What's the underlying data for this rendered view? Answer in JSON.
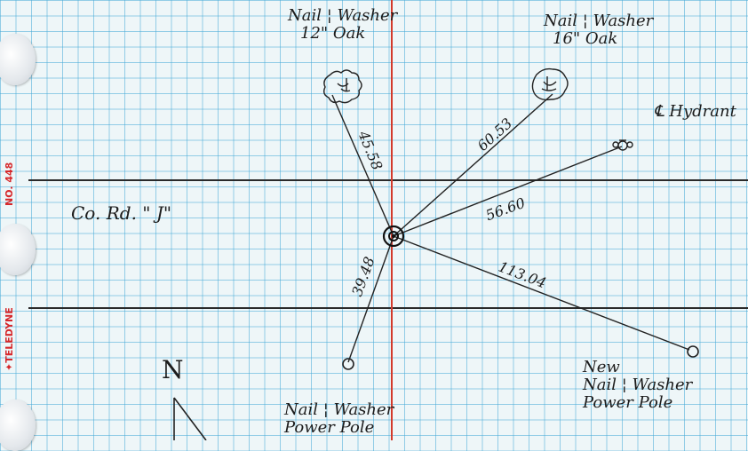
{
  "margin_print": {
    "sheet_number": "NO. 448",
    "brand": "✦TELEDYNE"
  },
  "road": {
    "label": "Co. Rd. \" J\""
  },
  "north": {
    "label": "N"
  },
  "points": {
    "oak12": {
      "line1": "Nail ¦ Washer",
      "line2": "12\" Oak"
    },
    "oak16": {
      "line1": "Nail ¦ Washer",
      "line2": "16\" Oak"
    },
    "hydrant": {
      "line1": "℄ Hydrant"
    },
    "pole_left": {
      "line1": "Nail ¦ Washer",
      "line2": "Power Pole"
    },
    "pole_right": {
      "line1": "New",
      "line2": "Nail ¦ Washer",
      "line3": "Power Pole"
    }
  },
  "distances": {
    "to_oak12": "45.58",
    "to_oak16": "60.53",
    "to_hydrant": "56.60",
    "to_pole_left": "39.48",
    "to_pole_right": "113.04"
  }
}
